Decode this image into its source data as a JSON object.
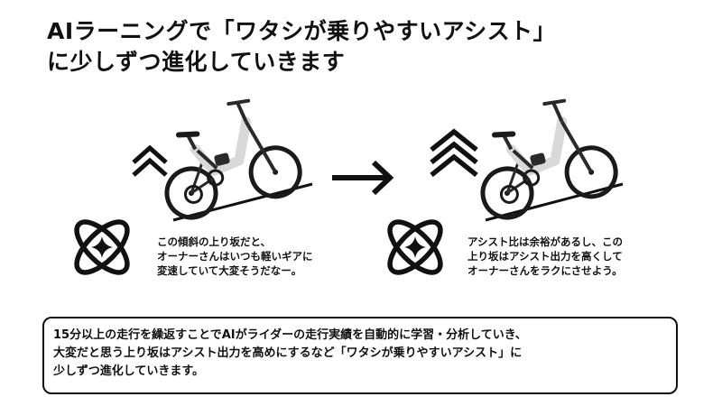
{
  "title": {
    "line1": "AIラーニングで「ワタシが乗りやすいアシスト」",
    "line2": "に少しずつ進化していきます"
  },
  "before": {
    "caption": [
      "この傾斜の上り坂だと、",
      "オーナーさんはいつも軽いギアに",
      "変速していて大変そうだなー。"
    ]
  },
  "after": {
    "caption": [
      "アシスト比は余裕があるし、この",
      "上り坂はアシスト出力を高くして",
      "オーナーさんをラクにさせよう。"
    ]
  },
  "summary": {
    "lines": [
      "15分以上の走行を繰返すことでAIがライダーの走行実績を自動的に学習・分析していき、",
      "大変だと思う上り坂はアシスト出力を高めにするなど「ワタシが乗りやすいアシスト」に",
      "少しずつ進化していきます。"
    ]
  },
  "icons": [
    "chevron-up-icon",
    "ebike-image",
    "ai-logo-icon",
    "arrow-right-icon"
  ],
  "colors": {
    "text": "#111111",
    "frame": "#d9d9d9",
    "background": "#ffffff"
  }
}
